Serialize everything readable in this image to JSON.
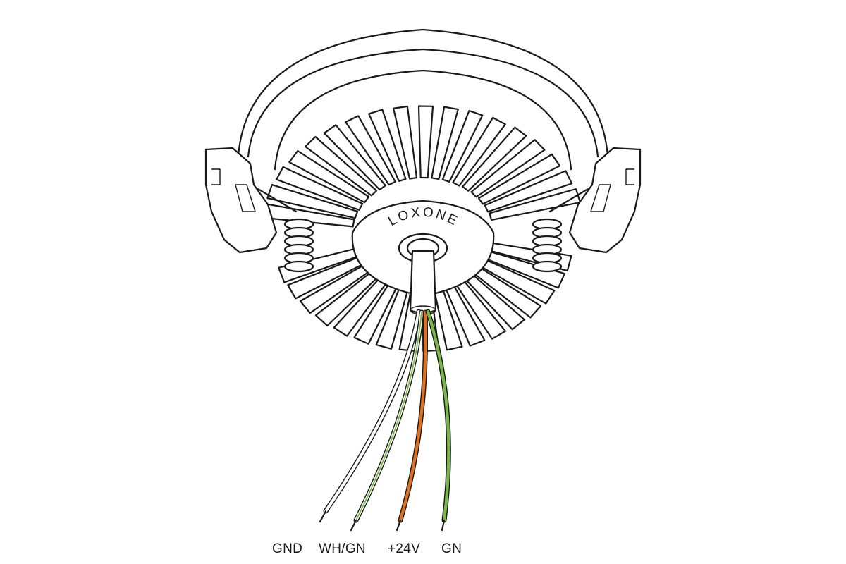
{
  "brand_text": "LOXONE",
  "wires": [
    {
      "label": "GND",
      "color": "#ffffff",
      "stripe": null
    },
    {
      "label": "WH/GN",
      "color": "#ffffff",
      "stripe": "#7ab648"
    },
    {
      "label": "+24V",
      "color": "#e07020",
      "stripe": null
    },
    {
      "label": "GN",
      "color": "#7ab648",
      "stripe": null
    }
  ]
}
